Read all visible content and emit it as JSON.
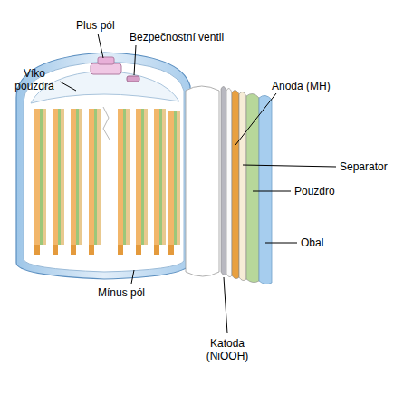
{
  "diagram": {
    "labels": [
      "Plus pól",
      "Bezpečnostní ventil",
      "Víko pouzdra",
      "Anoda (MH)",
      "Separator",
      "Pouzdro",
      "Obal",
      "Mínus pól",
      "Katoda (NiOOH)"
    ]
  }
}
